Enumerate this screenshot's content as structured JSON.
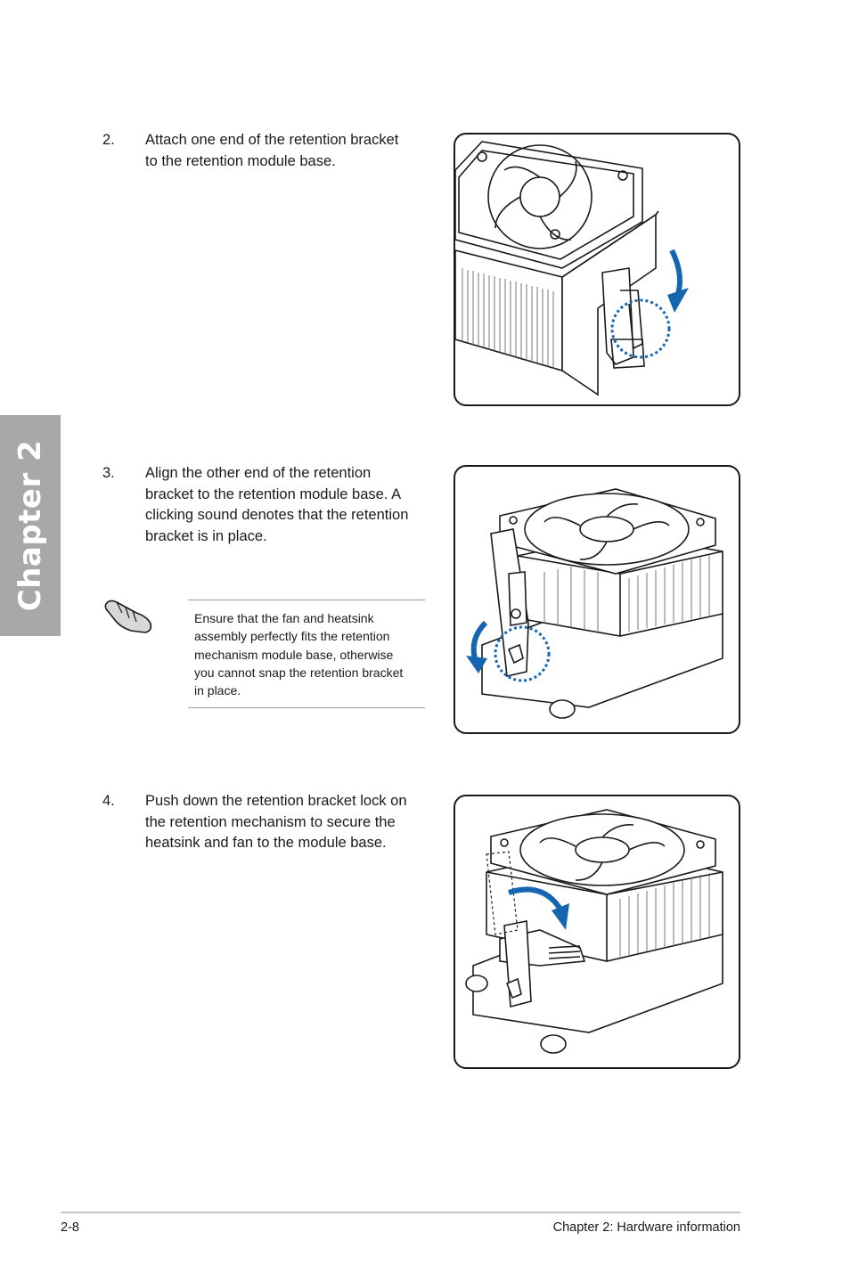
{
  "chapter_tab": "Chapter 2",
  "steps": [
    {
      "number": "2.",
      "lines": [
        "Attach one end of the retention bracket",
        "to the retention module base."
      ]
    },
    {
      "number": "3.",
      "lines": [
        "Align the other end of the retention",
        "bracket to the retention module base. A",
        "clicking sound denotes that the retention",
        "bracket is in place."
      ]
    },
    {
      "number": "4.",
      "lines": [
        "Push down the retention bracket lock on",
        "the retention mechanism to secure the",
        "heatsink and fan to the module base."
      ]
    }
  ],
  "note": {
    "icon": "hand-note-icon",
    "lines": [
      "Ensure that the fan and heatsink",
      "assembly perfectly fits the retention",
      "mechanism module base, otherwise",
      "you cannot snap the retention bracket",
      "in place."
    ]
  },
  "footer": {
    "page_number": "2-8",
    "section": "Chapter 2: Hardware information"
  },
  "colors": {
    "arrow_blue": "#1565b0",
    "chapter_tab": "#a8a8a8",
    "text": "#1a1a1a"
  }
}
